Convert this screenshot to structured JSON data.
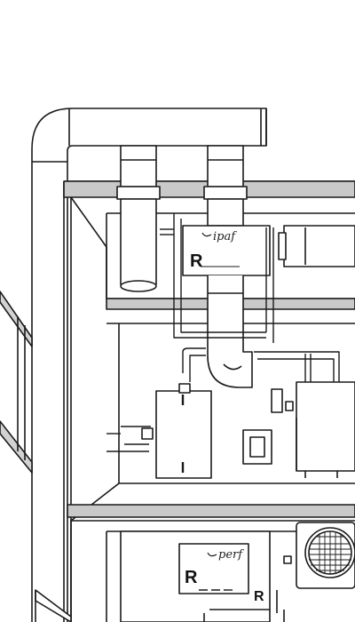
{
  "units": {
    "upper": {
      "brand": "ipaf",
      "code": "R"
    },
    "lower": {
      "brand": "perf",
      "code": "R"
    },
    "lower_side": {
      "code": "R"
    }
  },
  "colors": {
    "line": "#1a1a1a",
    "shelf_fill": "#c9c9c9",
    "background": "#ffffff"
  }
}
